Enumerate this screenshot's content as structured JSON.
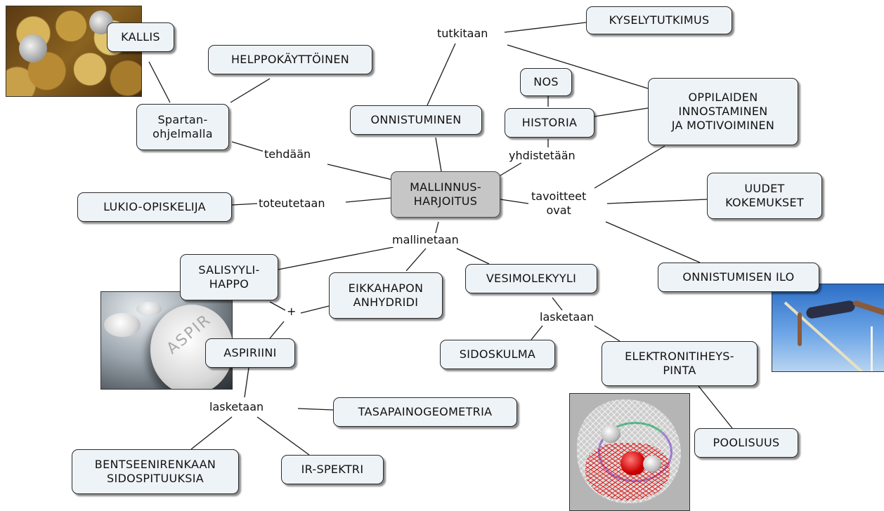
{
  "nodes": {
    "kallis": "KALLIS",
    "helppokayttoinen": "HELPPOKÄYTTÖINEN",
    "spartan": "Spartan-\nohjelmalla",
    "kyselytutkimus": "KYSELYTUTKIMUS",
    "nos": "NOS",
    "oppilaiden": "OPPILAIDEN\nINNOSTAMINEN\nJA MOTIVOIMINEN",
    "onnistuminen": "ONNISTUMINEN",
    "historia": "HISTORIA",
    "mallinnus": "MALLINNUS-\nHARJOITUS",
    "lukio": "LUKIO-OPISKELIJA",
    "uudet": "UUDET\nKOKEMUKSET",
    "salisyyli": "SALISYYLI-\nHAPPO",
    "eikkahapon": "EIKKAHAPON\nANHYDRIDI",
    "vesimolekyyli": "VESIMOLEKYYLI",
    "onnistumisen_ilo": "ONNISTUMISEN ILO",
    "aspiriini": "ASPIRIINI",
    "sidoskulma": "SIDOSKULMA",
    "elektroni": "ELEKTRONITIHEYS-\nPINTA",
    "tasapaino": "TASAPAINOGEOMETRIA",
    "bentseeni": "BENTSEENIRENKAAN\nSIDOSPITUUKSIA",
    "ir": "IR-SPEKTRI",
    "poolisuus": "POOLISUUS"
  },
  "links": {
    "tutkitaan": "tutkitaan",
    "tehdaan": "tehdään",
    "yhdistetaan": "yhdistetään",
    "toteutetaan": "toteutetaan",
    "tavoitteet": "tavoitteet\novat",
    "mallinetaan": "mallinetaan",
    "plus": "+",
    "lasketaan_1": "lasketaan",
    "lasketaan_2": "lasketaan"
  },
  "images": {
    "coins": "coins-photo",
    "aspirin": "aspirin-tablet-photo",
    "aspirin_text": "ASPIR",
    "pole_vault": "pole-vault-photo",
    "molecule": "water-molecule-density-surface"
  },
  "colors": {
    "node_fill": "#eef3f8",
    "center_fill": "#c6c6c6",
    "line": "#1a1a1a"
  }
}
